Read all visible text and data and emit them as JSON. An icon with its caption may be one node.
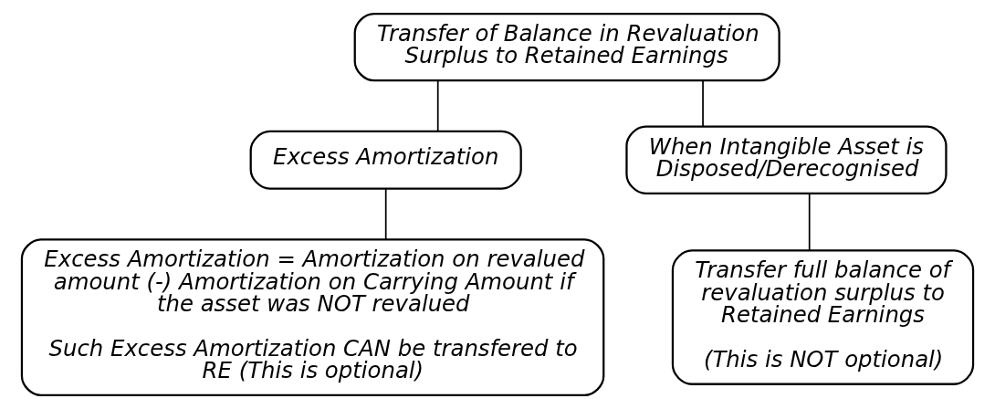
{
  "diagram": {
    "nodes": [
      {
        "text": [
          "Transfer of Balance in Revaluation Surplus to Retained Earnings"
        ]
      },
      {
        "text": [
          "Excess Amortization"
        ]
      },
      {
        "text": [
          "When Intangible Asset is Disposed/Derecognised"
        ]
      },
      {
        "text": [
          "Excess Amortization = Amortization on revalued amount (-) Amortization on Carrying Amount if the asset was NOT revalued",
          "Such Excess Amortization CAN be transfered to RE (This is optional)"
        ]
      },
      {
        "text": [
          "Transfer full balance of revaluation surplus to Retained Earnings",
          "(This is NOT optional)"
        ]
      }
    ],
    "edges": [
      {
        "from": 0,
        "to": 1,
        "arrow": "none"
      },
      {
        "from": 0,
        "to": 2,
        "arrow": "none"
      },
      {
        "from": 1,
        "to": 3,
        "arrow": "none"
      },
      {
        "from": 2,
        "to": 4,
        "arrow": "none"
      }
    ]
  }
}
